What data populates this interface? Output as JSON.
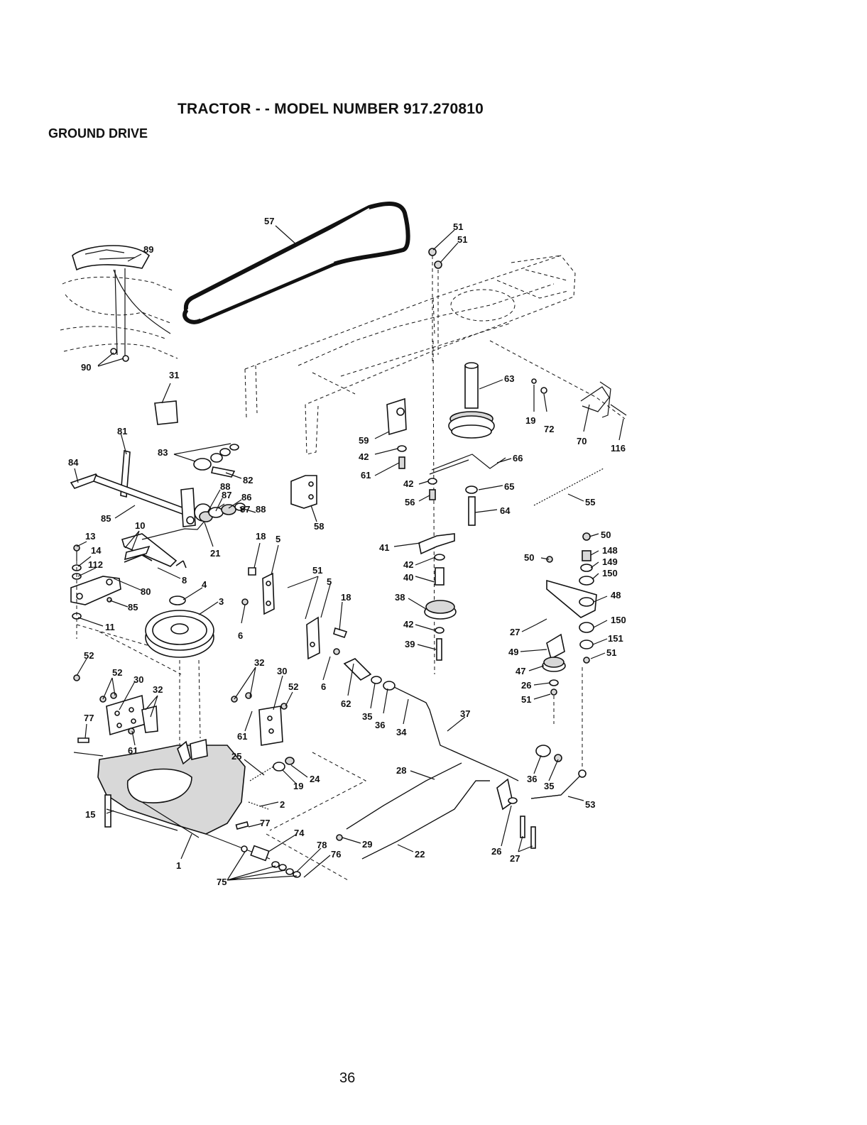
{
  "header": {
    "title": "TRACTOR - - MODEL NUMBER 917.270810",
    "section": "GROUND DRIVE"
  },
  "page_number": "36",
  "callouts": [
    {
      "id": "c57",
      "text": "57"
    },
    {
      "id": "c51a",
      "text": "51"
    },
    {
      "id": "c51b",
      "text": "51"
    },
    {
      "id": "c89",
      "text": "89"
    },
    {
      "id": "c90",
      "text": "90"
    },
    {
      "id": "c31",
      "text": "31"
    },
    {
      "id": "c63",
      "text": "63"
    },
    {
      "id": "c19a",
      "text": "19"
    },
    {
      "id": "c72",
      "text": "72"
    },
    {
      "id": "c70",
      "text": "70"
    },
    {
      "id": "c116",
      "text": "116"
    },
    {
      "id": "c81",
      "text": "81"
    },
    {
      "id": "c83",
      "text": "83"
    },
    {
      "id": "c82",
      "text": "82"
    },
    {
      "id": "c84",
      "text": "84"
    },
    {
      "id": "c88a",
      "text": "88"
    },
    {
      "id": "c87a",
      "text": "87"
    },
    {
      "id": "c86",
      "text": "86"
    },
    {
      "id": "c87b",
      "text": "87"
    },
    {
      "id": "c88b",
      "text": "88"
    },
    {
      "id": "c59",
      "text": "59"
    },
    {
      "id": "c42a",
      "text": "42"
    },
    {
      "id": "c61a",
      "text": "61"
    },
    {
      "id": "c66",
      "text": "66"
    },
    {
      "id": "c42b",
      "text": "42"
    },
    {
      "id": "c56",
      "text": "56"
    },
    {
      "id": "c65",
      "text": "65"
    },
    {
      "id": "c64",
      "text": "64"
    },
    {
      "id": "c55",
      "text": "55"
    },
    {
      "id": "c58",
      "text": "58"
    },
    {
      "id": "c85a",
      "text": "85"
    },
    {
      "id": "c10",
      "text": "10"
    },
    {
      "id": "c13",
      "text": "13"
    },
    {
      "id": "c14",
      "text": "14"
    },
    {
      "id": "c112",
      "text": "112"
    },
    {
      "id": "c18a",
      "text": "18"
    },
    {
      "id": "c5a",
      "text": "5"
    },
    {
      "id": "c21",
      "text": "21"
    },
    {
      "id": "c8",
      "text": "8"
    },
    {
      "id": "c80",
      "text": "80"
    },
    {
      "id": "c85b",
      "text": "85"
    },
    {
      "id": "c4",
      "text": "4"
    },
    {
      "id": "c3",
      "text": "3"
    },
    {
      "id": "c11",
      "text": "11"
    },
    {
      "id": "c41",
      "text": "41"
    },
    {
      "id": "c42c",
      "text": "42"
    },
    {
      "id": "c40",
      "text": "40"
    },
    {
      "id": "c38",
      "text": "38"
    },
    {
      "id": "c42d",
      "text": "42"
    },
    {
      "id": "c39",
      "text": "39"
    },
    {
      "id": "c50a",
      "text": "50"
    },
    {
      "id": "c50b",
      "text": "50"
    },
    {
      "id": "c148",
      "text": "148"
    },
    {
      "id": "c149",
      "text": "149"
    },
    {
      "id": "c150a",
      "text": "150"
    },
    {
      "id": "c48",
      "text": "48"
    },
    {
      "id": "c150b",
      "text": "150"
    },
    {
      "id": "c27a",
      "text": "27"
    },
    {
      "id": "c151",
      "text": "151"
    },
    {
      "id": "c51c",
      "text": "51"
    },
    {
      "id": "c49",
      "text": "49"
    },
    {
      "id": "c47",
      "text": "47"
    },
    {
      "id": "c26a",
      "text": "26"
    },
    {
      "id": "c51d",
      "text": "51"
    },
    {
      "id": "c51e",
      "text": "51"
    },
    {
      "id": "c5b",
      "text": "5"
    },
    {
      "id": "c18b",
      "text": "18"
    },
    {
      "id": "c6a",
      "text": "6"
    },
    {
      "id": "c6b",
      "text": "6"
    },
    {
      "id": "c52a",
      "text": "52"
    },
    {
      "id": "c52b",
      "text": "52"
    },
    {
      "id": "c30a",
      "text": "30"
    },
    {
      "id": "c32a",
      "text": "32"
    },
    {
      "id": "c77a",
      "text": "77"
    },
    {
      "id": "c61b",
      "text": "61"
    },
    {
      "id": "c32b",
      "text": "32"
    },
    {
      "id": "c30b",
      "text": "30"
    },
    {
      "id": "c52c",
      "text": "52"
    },
    {
      "id": "c61c",
      "text": "61"
    },
    {
      "id": "c62",
      "text": "62"
    },
    {
      "id": "c35a",
      "text": "35"
    },
    {
      "id": "c36a",
      "text": "36"
    },
    {
      "id": "c34",
      "text": "34"
    },
    {
      "id": "c37",
      "text": "37"
    },
    {
      "id": "c25",
      "text": "25"
    },
    {
      "id": "c24",
      "text": "24"
    },
    {
      "id": "c19b",
      "text": "19"
    },
    {
      "id": "c2",
      "text": "2"
    },
    {
      "id": "c77b",
      "text": "77"
    },
    {
      "id": "c28",
      "text": "28"
    },
    {
      "id": "c36b",
      "text": "36"
    },
    {
      "id": "c35b",
      "text": "35"
    },
    {
      "id": "c53",
      "text": "53"
    },
    {
      "id": "c15",
      "text": "15"
    },
    {
      "id": "c74",
      "text": "74"
    },
    {
      "id": "c29",
      "text": "29"
    },
    {
      "id": "c78",
      "text": "78"
    },
    {
      "id": "c76",
      "text": "76"
    },
    {
      "id": "c22",
      "text": "22"
    },
    {
      "id": "c26b",
      "text": "26"
    },
    {
      "id": "c27b",
      "text": "27"
    },
    {
      "id": "c1",
      "text": "1"
    },
    {
      "id": "c75",
      "text": "75"
    }
  ]
}
